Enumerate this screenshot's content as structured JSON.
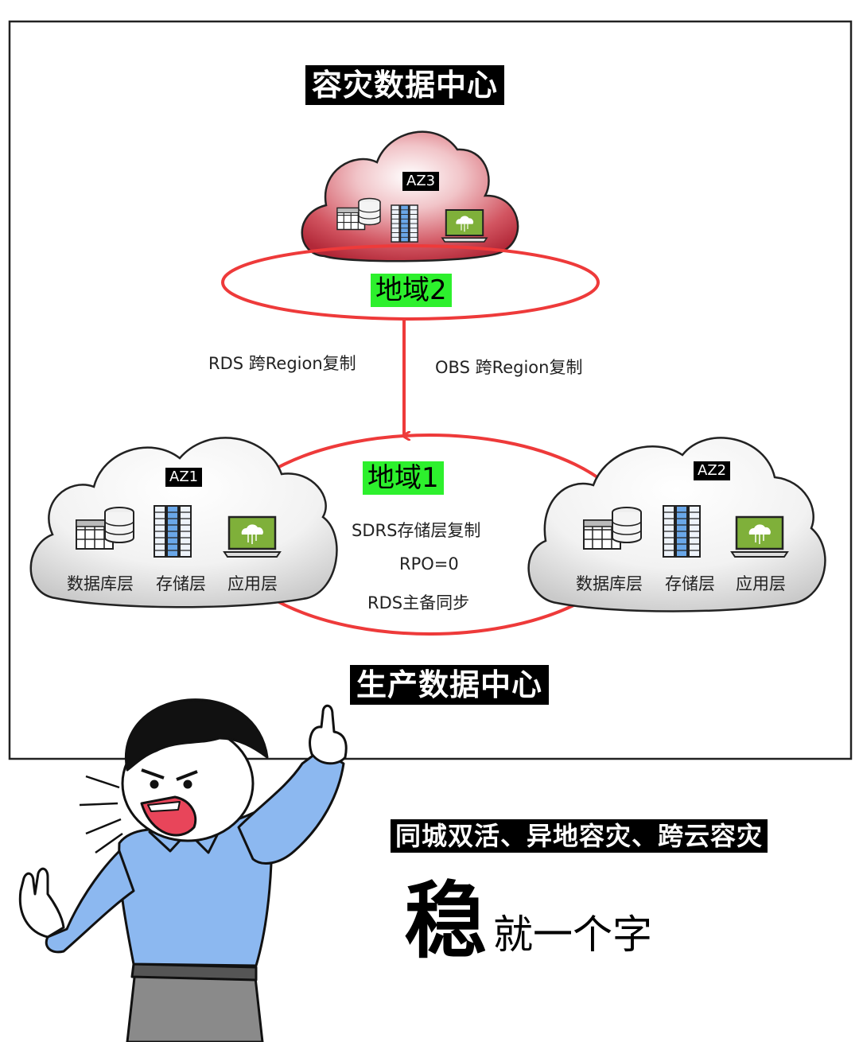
{
  "regions": {
    "dr_center_title": "容灾数据中心",
    "prod_center_title": "生产数据中心",
    "region2": "地域2",
    "region1": "地域1"
  },
  "zones": {
    "az1": "AZ1",
    "az2": "AZ2",
    "az3": "AZ3"
  },
  "layers": {
    "db": "数据库层",
    "storage": "存储层",
    "app": "应用层"
  },
  "replication": {
    "rds_cross_region": "RDS 跨Region复制",
    "obs_cross_region": "OBS 跨Region复制",
    "sdrs": "SDRS存储层复制",
    "rpo": "RPO=0",
    "rds_sync": "RDS主备同步"
  },
  "slogan": {
    "line1": "同城双活、异地容灾、跨云容灾",
    "big_char": "稳",
    "rest": "就一个字"
  },
  "colors": {
    "region_ring": "#ee3a3a",
    "az3_cloud": "#c93a4a",
    "region_tag": "#2df02d",
    "shirt": "#8cb8f0",
    "laptop_screen": "#7fb03a",
    "server_blue": "#6aa7e8"
  },
  "icons": [
    "database-icon",
    "server-rack-icon",
    "laptop-cloud-icon"
  ]
}
